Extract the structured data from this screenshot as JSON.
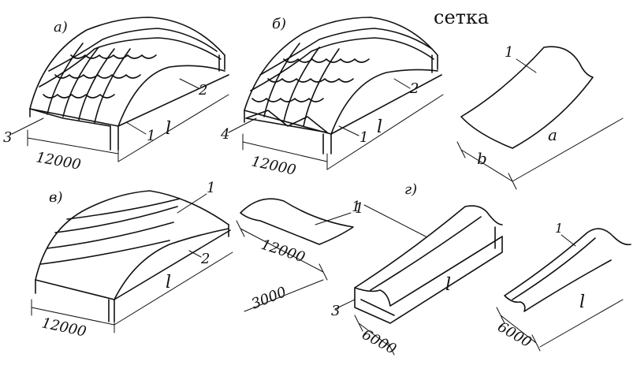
{
  "title": "сетка",
  "figures": {
    "a": {
      "label": "а)",
      "dim_width": "12000",
      "dim_length": "l",
      "callouts": [
        "1",
        "2",
        "3"
      ]
    },
    "b": {
      "label": "б)",
      "dim_width": "12000",
      "dim_length": "l",
      "callouts": [
        "1",
        "2",
        "4"
      ]
    },
    "c": {
      "label": "в)",
      "dim_width": "12000",
      "dim_length": "l",
      "callouts": [
        "1",
        "2"
      ]
    },
    "c_detail": {
      "callout": "1",
      "dim_span": "12000",
      "dim_width": "3000"
    },
    "d": {
      "label": "г)",
      "dim_width": "6000",
      "dim_length": "l",
      "callouts": [
        "1",
        "3"
      ]
    },
    "mesh_detail": {
      "callout": "1",
      "dim_a": "a",
      "dim_b": "b"
    },
    "d_detail": {
      "callout": "1",
      "dim_width": "6000",
      "dim_length": "l"
    }
  }
}
